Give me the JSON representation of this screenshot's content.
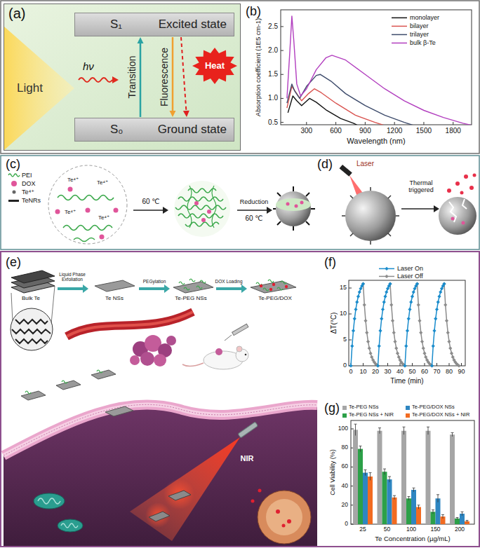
{
  "diagram": {
    "nodes": [
      {
        "text": [
          "(a)"
        ]
      },
      {
        "text": [
          "Light"
        ],
        "in": 0
      },
      {
        "text": [
          "S₁",
          "Excited state"
        ],
        "in": 0
      },
      {
        "text": [
          "S₀",
          "Ground state"
        ],
        "in": 0
      },
      {
        "text": [
          "Heat"
        ],
        "in": 0
      }
    ],
    "edges": [
      {
        "from": 3,
        "to": 2,
        "arrow": "to",
        "label": "Transition"
      },
      {
        "from": 2,
        "to": 3,
        "arrow": "to",
        "label": "Fluorescence"
      },
      {
        "from": 2,
        "to": 3,
        "arrow": "to"
      }
    ],
    "labels": [
      "hν",
      "(b)",
      "0.5",
      "1.0",
      "1.5",
      "2.0",
      "2.5",
      "300",
      "600",
      "900",
      "1200",
      "1500",
      "1800",
      "Wavelength (nm)",
      "Absorption coefficient (1E5 cm-1)",
      "(c)",
      "PEI",
      "DOX",
      "Te⁴⁺",
      "TeNRs",
      "Te⁴⁺",
      "Te⁴⁺",
      "Te⁴⁺",
      "Te⁴⁺",
      "60 ℃",
      "Reduction",
      "60 ℃",
      "(d)",
      "Laser",
      "Thermal triggered",
      "(e)",
      "Bulk Te",
      "Liquid Phase Exfoliation",
      "Te NSs",
      "PEGylation",
      "Te-PEG NSs",
      "DOX Loading",
      "Te-PEG/DOX",
      "NIR",
      "(f)",
      "0",
      "5",
      "10",
      "15",
      "0",
      "10",
      "20",
      "30",
      "40",
      "50",
      "60",
      "70",
      "80",
      "90",
      "Time (min)",
      "ΔT(°C)",
      "(g)",
      "0",
      "20",
      "40",
      "60",
      "80",
      "100",
      "25",
      "50",
      "100",
      "150",
      "200",
      "Te Concentration (µg/mL)",
      "Cell Viability (%)"
    ],
    "legend": [
      {
        "text": "monolayer"
      },
      {
        "text": "bilayer"
      },
      {
        "text": "trilayer"
      },
      {
        "text": "bulk β-Te"
      },
      {
        "text": "Laser On"
      },
      {
        "text": "Laser Off"
      },
      {
        "text": "Te-PEG NSs",
        "color": "#a6a6a6"
      },
      {
        "text": "Te-PEG NSs + NIR",
        "color": "#2ca048"
      },
      {
        "text": "Te-PEG/DOX NSs",
        "color": "#2e86c1"
      },
      {
        "text": "Te-PEG/DOX NSs + NIR",
        "color": "#f26b21"
      }
    ]
  }
}
